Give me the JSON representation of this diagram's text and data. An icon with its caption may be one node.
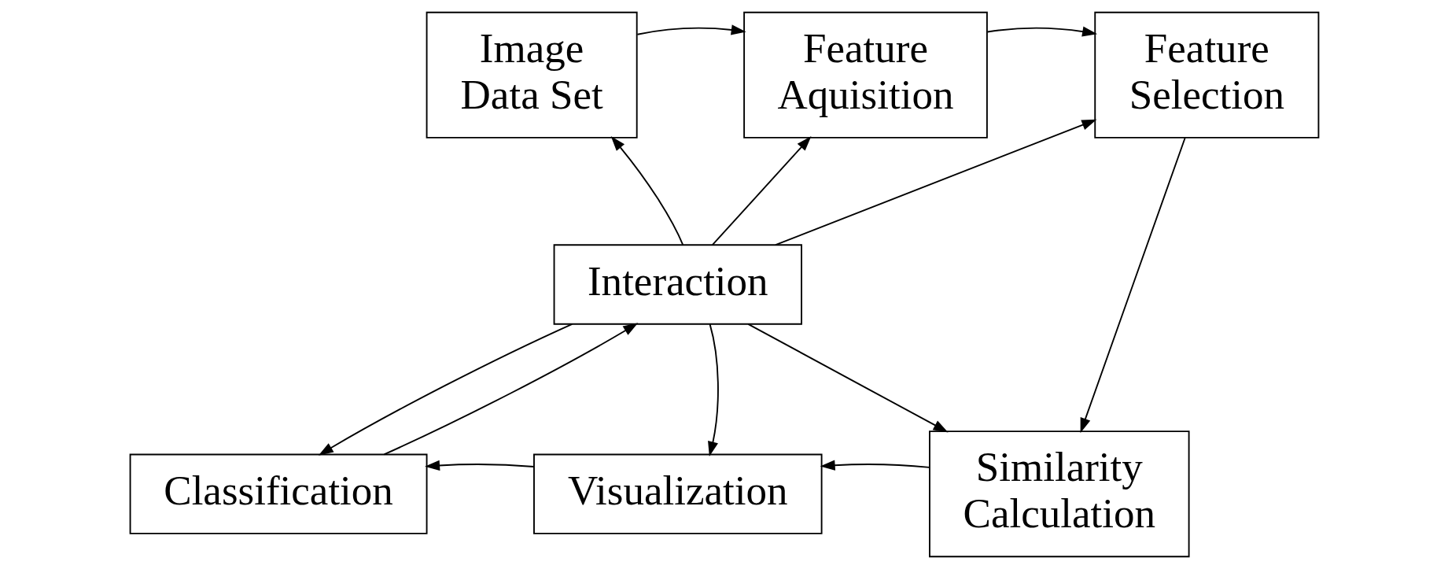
{
  "diagram": {
    "nodes": [
      {
        "text": [
          "Image Data Set"
        ]
      },
      {
        "text": [
          "Feature Aquisition"
        ]
      },
      {
        "text": [
          "Feature Selection"
        ]
      },
      {
        "text": [
          "Interaction"
        ]
      },
      {
        "text": [
          "Classification"
        ]
      },
      {
        "text": [
          "Visualization"
        ]
      },
      {
        "text": [
          "Similarity Calculation"
        ]
      }
    ],
    "edges": [
      {
        "from": 0,
        "to": 1,
        "arrow": "to"
      },
      {
        "from": 1,
        "to": 2,
        "arrow": "to"
      },
      {
        "from": 3,
        "to": 0,
        "arrow": "to"
      },
      {
        "from": 3,
        "to": 1,
        "arrow": "to"
      },
      {
        "from": 3,
        "to": 2,
        "arrow": "to"
      },
      {
        "from": 2,
        "to": 6,
        "arrow": "to"
      },
      {
        "from": 3,
        "to": 6,
        "arrow": "to"
      },
      {
        "from": 4,
        "to": 3,
        "arrow": "to"
      },
      {
        "from": 3,
        "to": 4,
        "arrow": "to"
      },
      {
        "from": 3,
        "to": 5,
        "arrow": "to"
      },
      {
        "from": 6,
        "to": 5,
        "arrow": "to"
      },
      {
        "from": 5,
        "to": 4,
        "arrow": "to"
      }
    ]
  }
}
